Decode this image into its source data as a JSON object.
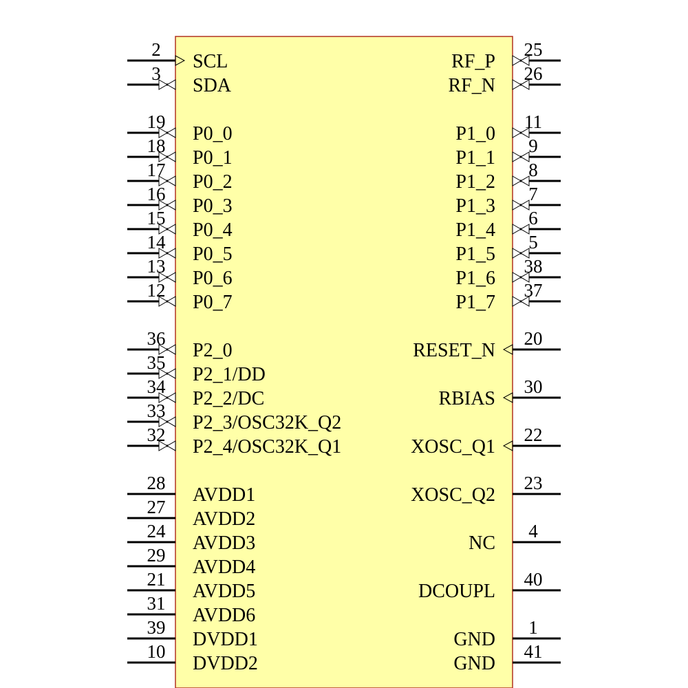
{
  "body_color": "#ffffa8",
  "left_pins": [
    {
      "num": "2",
      "name": "SCL",
      "dir": "in"
    },
    {
      "num": "3",
      "name": "SDA",
      "dir": "bi"
    },
    {
      "num": "19",
      "name": "P0_0",
      "dir": "bi"
    },
    {
      "num": "18",
      "name": "P0_1",
      "dir": "bi"
    },
    {
      "num": "17",
      "name": "P0_2",
      "dir": "bi"
    },
    {
      "num": "16",
      "name": "P0_3",
      "dir": "bi"
    },
    {
      "num": "15",
      "name": "P0_4",
      "dir": "bi"
    },
    {
      "num": "14",
      "name": "P0_5",
      "dir": "bi"
    },
    {
      "num": "13",
      "name": "P0_6",
      "dir": "bi"
    },
    {
      "num": "12",
      "name": "P0_7",
      "dir": "bi"
    },
    {
      "num": "36",
      "name": "P2_0",
      "dir": "bi"
    },
    {
      "num": "35",
      "name": "P2_1/DD",
      "dir": "bi"
    },
    {
      "num": "34",
      "name": "P2_2/DC",
      "dir": "bi"
    },
    {
      "num": "33",
      "name": "P2_3/OSC32K_Q2",
      "dir": "bi"
    },
    {
      "num": "32",
      "name": "P2_4/OSC32K_Q1",
      "dir": "bi"
    },
    {
      "num": "28",
      "name": "AVDD1",
      "dir": "power"
    },
    {
      "num": "27",
      "name": "AVDD2",
      "dir": "power"
    },
    {
      "num": "24",
      "name": "AVDD3",
      "dir": "power"
    },
    {
      "num": "29",
      "name": "AVDD4",
      "dir": "power"
    },
    {
      "num": "21",
      "name": "AVDD5",
      "dir": "power"
    },
    {
      "num": "31",
      "name": "AVDD6",
      "dir": "power"
    },
    {
      "num": "39",
      "name": "DVDD1",
      "dir": "power"
    },
    {
      "num": "10",
      "name": "DVDD2",
      "dir": "power"
    }
  ],
  "right_pins": [
    {
      "num": "25",
      "name": "RF_P",
      "dir": "bi"
    },
    {
      "num": "26",
      "name": "RF_N",
      "dir": "bi"
    },
    {
      "num": "11",
      "name": "P1_0",
      "dir": "bi"
    },
    {
      "num": "9",
      "name": "P1_1",
      "dir": "bi"
    },
    {
      "num": "8",
      "name": "P1_2",
      "dir": "bi"
    },
    {
      "num": "7",
      "name": "P1_3",
      "dir": "bi"
    },
    {
      "num": "6",
      "name": "P1_4",
      "dir": "bi"
    },
    {
      "num": "5",
      "name": "P1_5",
      "dir": "bi"
    },
    {
      "num": "38",
      "name": "P1_6",
      "dir": "bi"
    },
    {
      "num": "37",
      "name": "P1_7",
      "dir": "bi"
    },
    {
      "num": "20",
      "name": "RESET_N",
      "dir": "in"
    },
    {
      "num": "30",
      "name": "RBIAS",
      "dir": "in"
    },
    {
      "num": "22",
      "name": "XOSC_Q1",
      "dir": "in"
    },
    {
      "num": "23",
      "name": "XOSC_Q2",
      "dir": "power"
    },
    {
      "num": "4",
      "name": "NC",
      "dir": "power"
    },
    {
      "num": "40",
      "name": "DCOUPL",
      "dir": "power"
    },
    {
      "num": "1",
      "name": "GND",
      "dir": "power"
    },
    {
      "num": "41",
      "name": "GND",
      "dir": "power"
    }
  ]
}
